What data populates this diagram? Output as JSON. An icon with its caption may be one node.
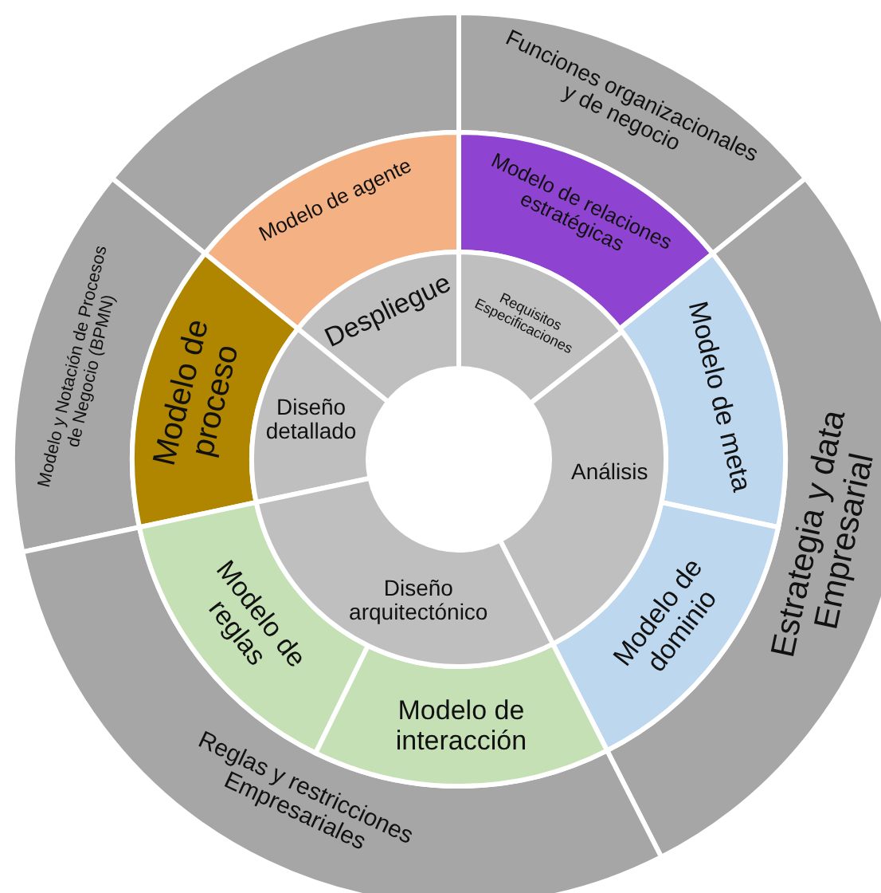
{
  "diagram": {
    "nodes": [
      {
        "text": [
          "Funciones organizacionales y de negocio"
        ]
      },
      {
        "text": [],
        "shape": "sector"
      },
      {
        "text": [
          "Modelo y Notación de Procesos de Negocio (BPMN)"
        ]
      },
      {
        "text": [
          "Estrategia y data Empresarial"
        ]
      },
      {
        "text": [
          "Reglas y restricciones Empresariales"
        ]
      },
      {
        "text": [
          "Modelo de agente"
        ]
      },
      {
        "text": [
          "Modelo de relaciones estratégicas"
        ]
      },
      {
        "text": [
          "Modelo de proceso"
        ]
      },
      {
        "text": [
          "Modelo de meta"
        ]
      },
      {
        "text": [
          "Modelo de dominio"
        ]
      },
      {
        "text": [
          "Modelo de reglas"
        ]
      },
      {
        "text": [
          "Modelo de interacción"
        ]
      },
      {
        "text": [
          "Despliegue"
        ]
      },
      {
        "text": [
          "Requisitos Especificaciones"
        ]
      },
      {
        "text": [
          "Diseño detallado"
        ]
      },
      {
        "text": [
          "Análisis"
        ]
      },
      {
        "text": [
          "Diseño arquitectónico"
        ]
      }
    ]
  }
}
